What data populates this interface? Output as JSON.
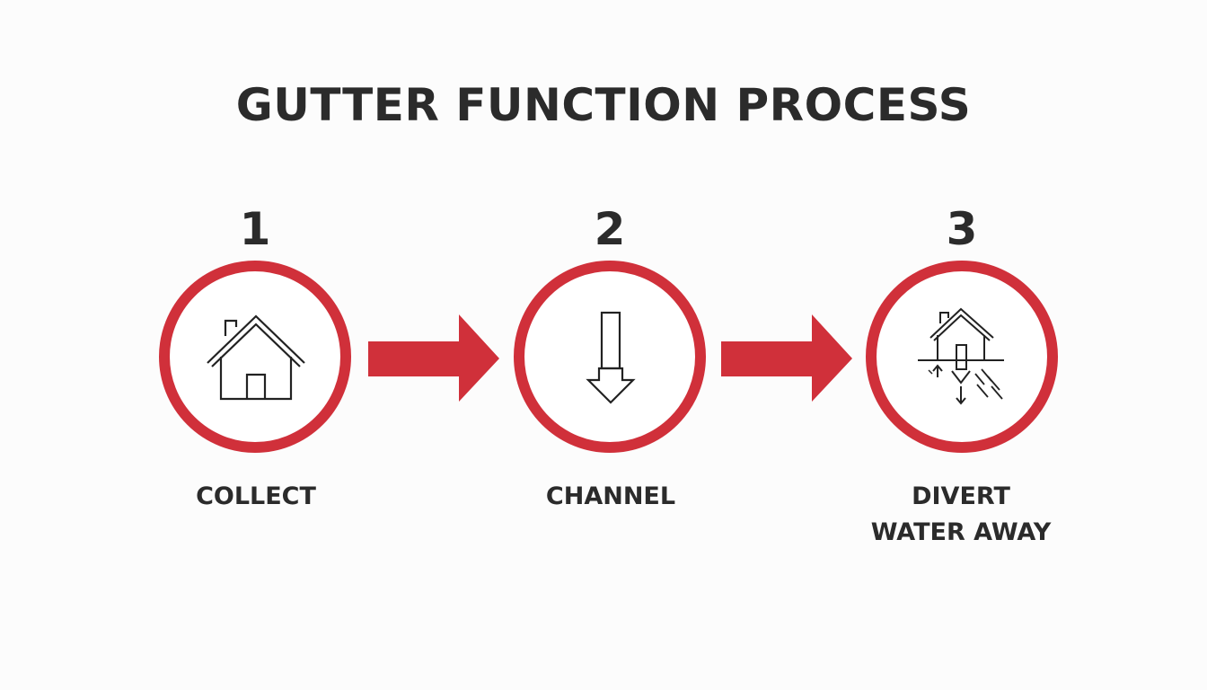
{
  "title": "GUTTER FUNCTION PROCESS",
  "colors": {
    "accent": "#d0303a",
    "text": "#2b2b2b",
    "background": "#fcfcfc"
  },
  "steps": [
    {
      "number": "1",
      "label_lines": [
        "COLLECT"
      ],
      "icon": "house-icon"
    },
    {
      "number": "2",
      "label_lines": [
        "CHANNEL"
      ],
      "icon": "down-arrow-icon"
    },
    {
      "number": "3",
      "label_lines": [
        "DIVERT",
        "WATER AWAY"
      ],
      "icon": "house-drainage-icon"
    }
  ]
}
